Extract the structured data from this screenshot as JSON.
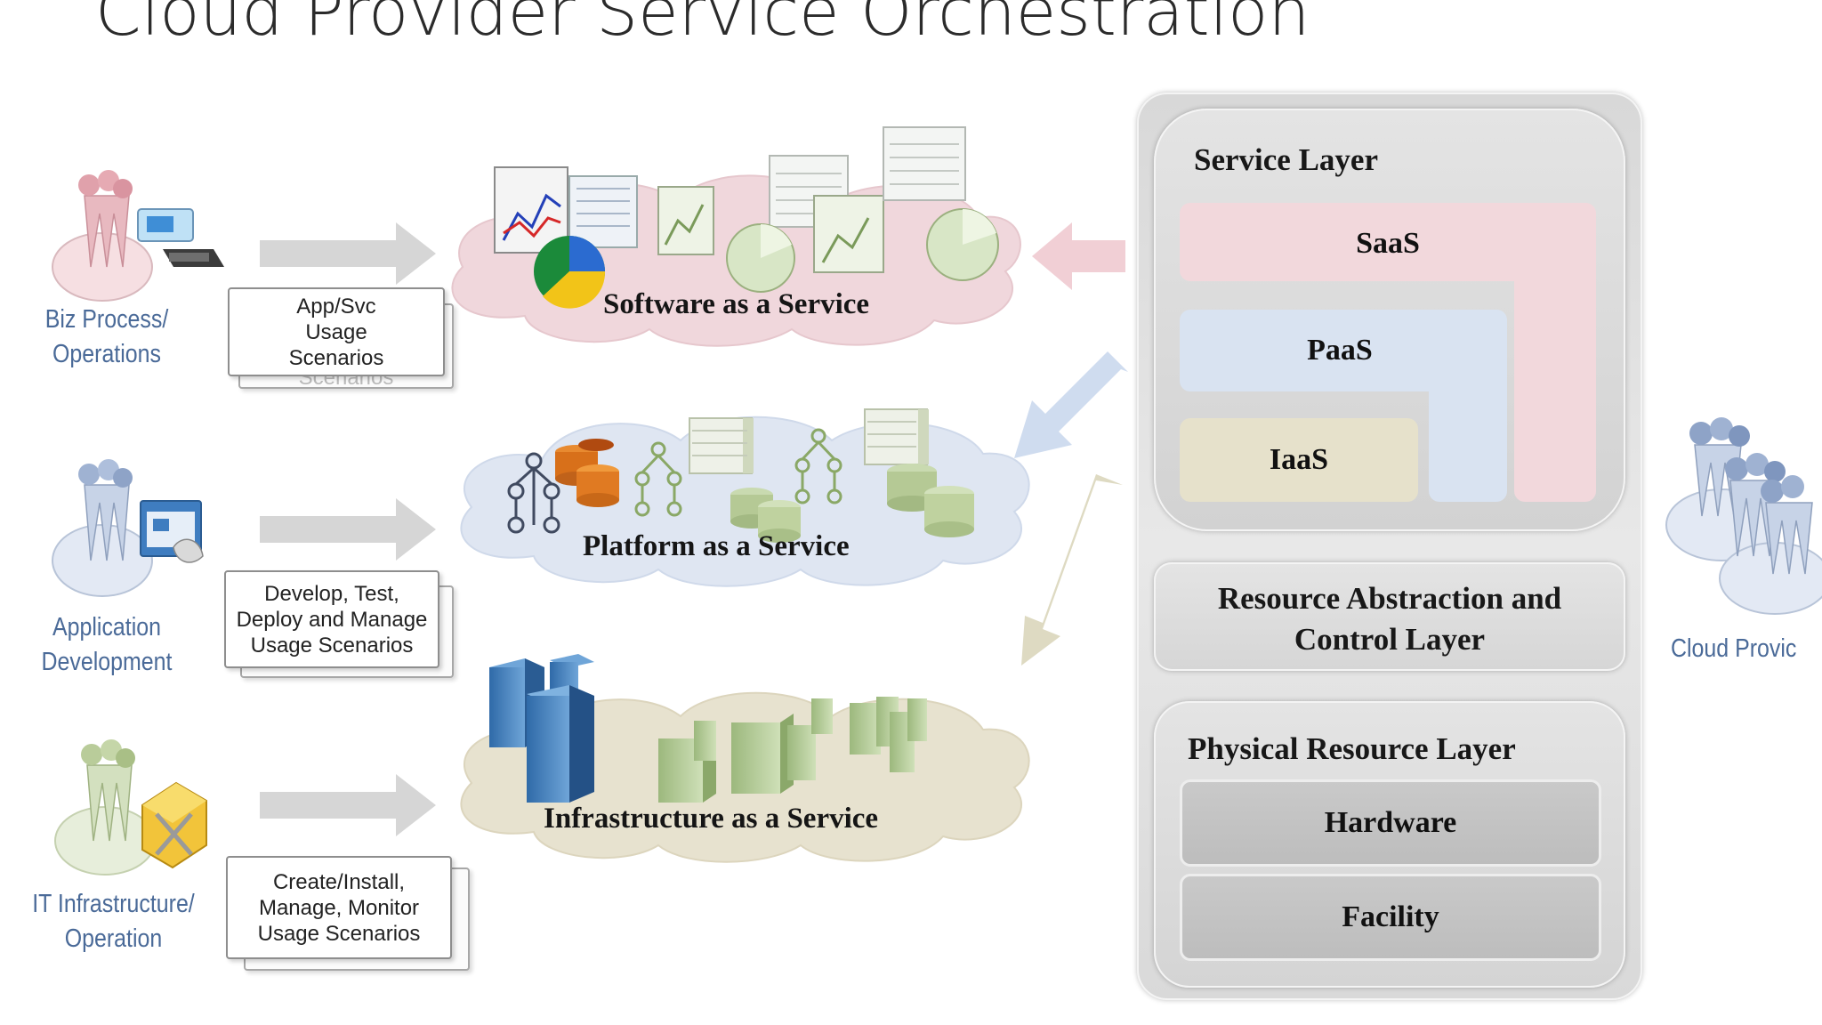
{
  "title": "Cloud Provider Service Orchestration",
  "roles": [
    {
      "line1": "Biz Process/",
      "line2": "Operations"
    },
    {
      "line1": "Application",
      "line2": "Development"
    },
    {
      "line1": "IT Infrastructure/",
      "line2": "Operation"
    }
  ],
  "scenarios": [
    {
      "lines": [
        "App/Svc",
        "Usage",
        "Scenarios"
      ],
      "back_text": "Scenarios"
    },
    {
      "lines": [
        "Develop, Test,",
        "Deploy and Manage",
        "Usage Scenarios"
      ]
    },
    {
      "lines": [
        "Create/Install,",
        "Manage, Monitor",
        "Usage Scenarios"
      ]
    }
  ],
  "clouds": [
    "Software as a Service",
    "Platform as a Service",
    "Infrastructure as a Service"
  ],
  "service_layer": {
    "title": "Service Layer",
    "saas": "SaaS",
    "paas": "PaaS",
    "iaas": "IaaS"
  },
  "resource_abstraction": {
    "line1": "Resource Abstraction and",
    "line2": "Control Layer"
  },
  "physical_layer": {
    "title": "Physical Resource Layer",
    "hardware": "Hardware",
    "facility": "Facility"
  },
  "cloud_provider_label": "Cloud Provic",
  "colors": {
    "saas": "#f2d8dc",
    "paas": "#d9e3f1",
    "iaas": "#e6e1cb",
    "saas_cloud": "#f0d7dc",
    "paas_cloud": "#dfe6f2",
    "iaas_cloud": "#e7e2cf",
    "role_text": "#4a6a98"
  }
}
